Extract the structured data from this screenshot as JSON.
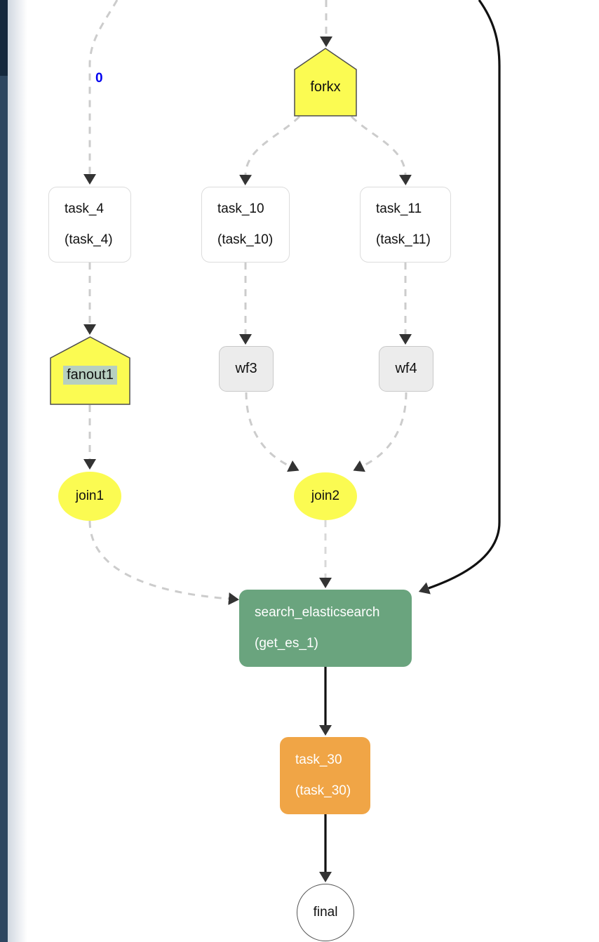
{
  "theme": {
    "canvas_bg": "#ffffff",
    "sidebar_top": "#15283d",
    "sidebar_main": "#2e4660",
    "node_yellow": "#fbfb52",
    "node_gray_fill": "#ececec",
    "node_white_fill": "#ffffff",
    "node_green": "#6aa47e",
    "node_orange": "#f0a546",
    "edge_dashed": "#cccccc",
    "edge_solid": "#111111",
    "arrowhead": "#333333",
    "edge_label_blue": "#0000f0",
    "selection_highlight": "#b7cfc0"
  },
  "diagram": {
    "edge_label": "0",
    "nodes": {
      "forkx": {
        "label": "forkx"
      },
      "task_4": {
        "title": "task_4",
        "subtitle": "(task_4)"
      },
      "task_10": {
        "title": "task_10",
        "subtitle": "(task_10)"
      },
      "task_11": {
        "title": "task_11",
        "subtitle": "(task_11)"
      },
      "fanout1": {
        "label": "fanout1"
      },
      "wf3": {
        "label": "wf3"
      },
      "wf4": {
        "label": "wf4"
      },
      "join1": {
        "label": "join1"
      },
      "join2": {
        "label": "join2"
      },
      "search_es": {
        "title": "search_elasticsearch",
        "subtitle": "(get_es_1)"
      },
      "task_30": {
        "title": "task_30",
        "subtitle": "(task_30)"
      },
      "final": {
        "label": "final"
      }
    }
  }
}
